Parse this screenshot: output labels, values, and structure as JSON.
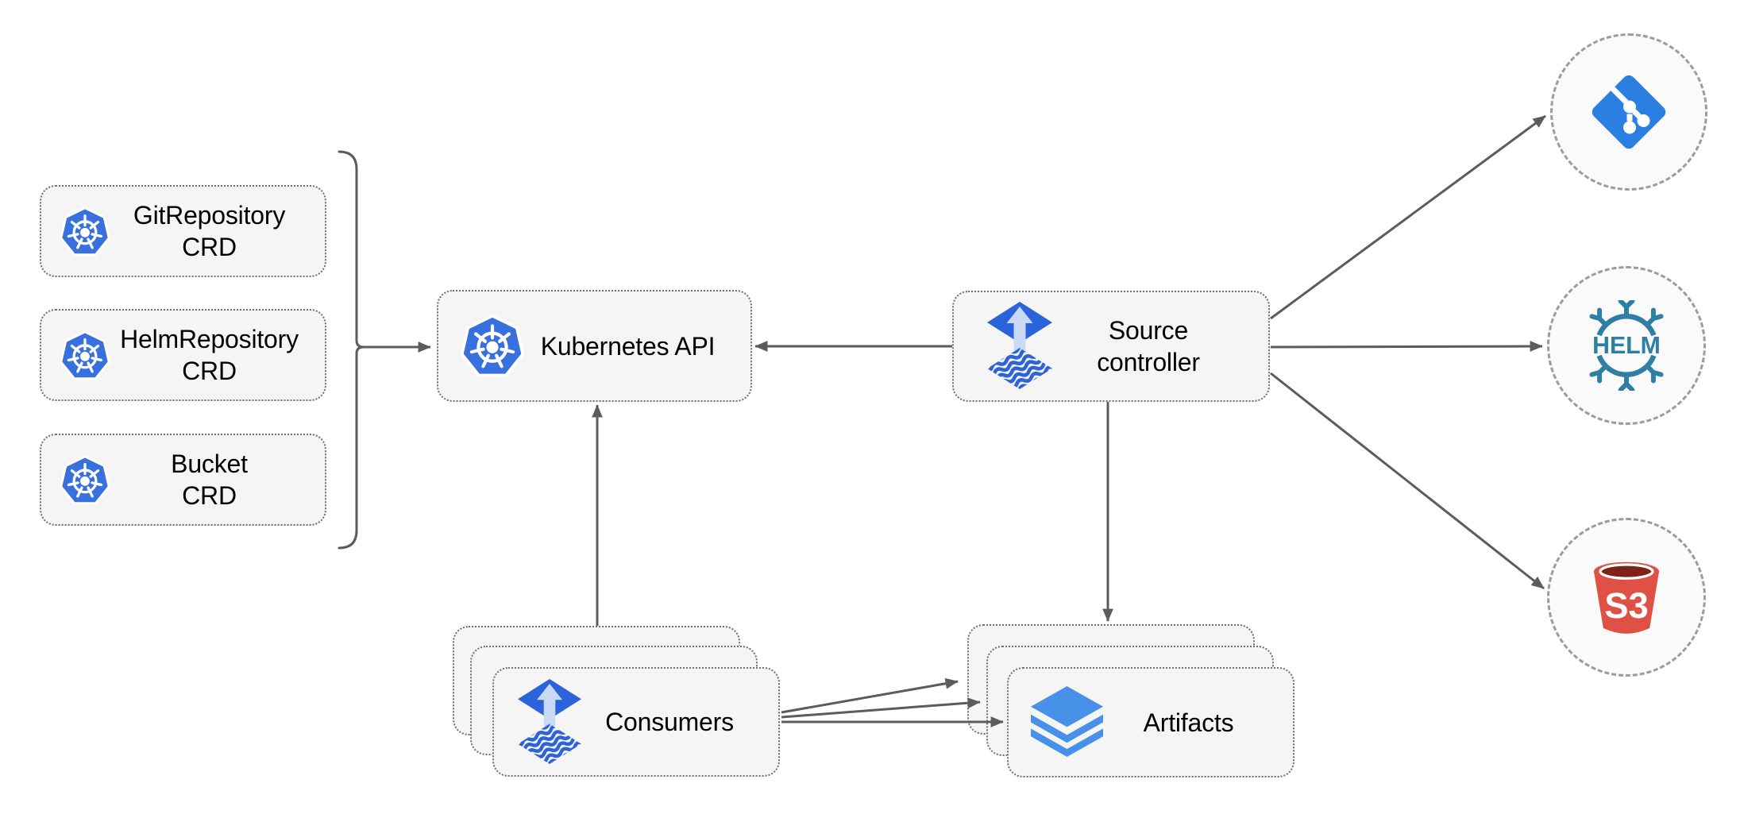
{
  "nodes": {
    "gitrepository_crd": {
      "lines": [
        "GitRepository",
        "CRD"
      ]
    },
    "helmrepository_crd": {
      "lines": [
        "HelmRepository",
        "CRD"
      ]
    },
    "bucket_crd": {
      "lines": [
        "Bucket",
        "CRD"
      ]
    },
    "kubernetes_api": {
      "label": "Kubernetes API"
    },
    "source_controller": {
      "lines": [
        "Source",
        "controller"
      ]
    },
    "consumers": {
      "label": "Consumers"
    },
    "artifacts": {
      "label": "Artifacts"
    }
  },
  "external_endpoints": {
    "git": {
      "icon": "git-icon"
    },
    "helm": {
      "icon": "helm-icon",
      "label": "HELM"
    },
    "s3": {
      "icon": "s3-bucket-icon",
      "label": "S3"
    }
  },
  "icons": {
    "kubernetes": "kubernetes-icon",
    "flux": "flux-icon",
    "layers": "layers-icon"
  },
  "colors": {
    "canvas_bg": "#ffffff",
    "node_fill": "#f5f5f5",
    "node_border": "#6f6f6f",
    "circle_fill": "#fafafa",
    "circle_border": "#9c9c9c",
    "connector": "#5c5c5c",
    "kubernetes_blue": "#3871de",
    "flux_blue": "#2b63db",
    "flux_wave_blue": "#2e63d9",
    "flux_arrow_light": "#c9d9f6",
    "git_blue": "#2b7fe0",
    "helm_teal": "#2e7fa3",
    "s3_red": "#df5145",
    "s3_dark": "#7e2217",
    "layers_blue": "#4791e8",
    "label_color": "#000000"
  }
}
